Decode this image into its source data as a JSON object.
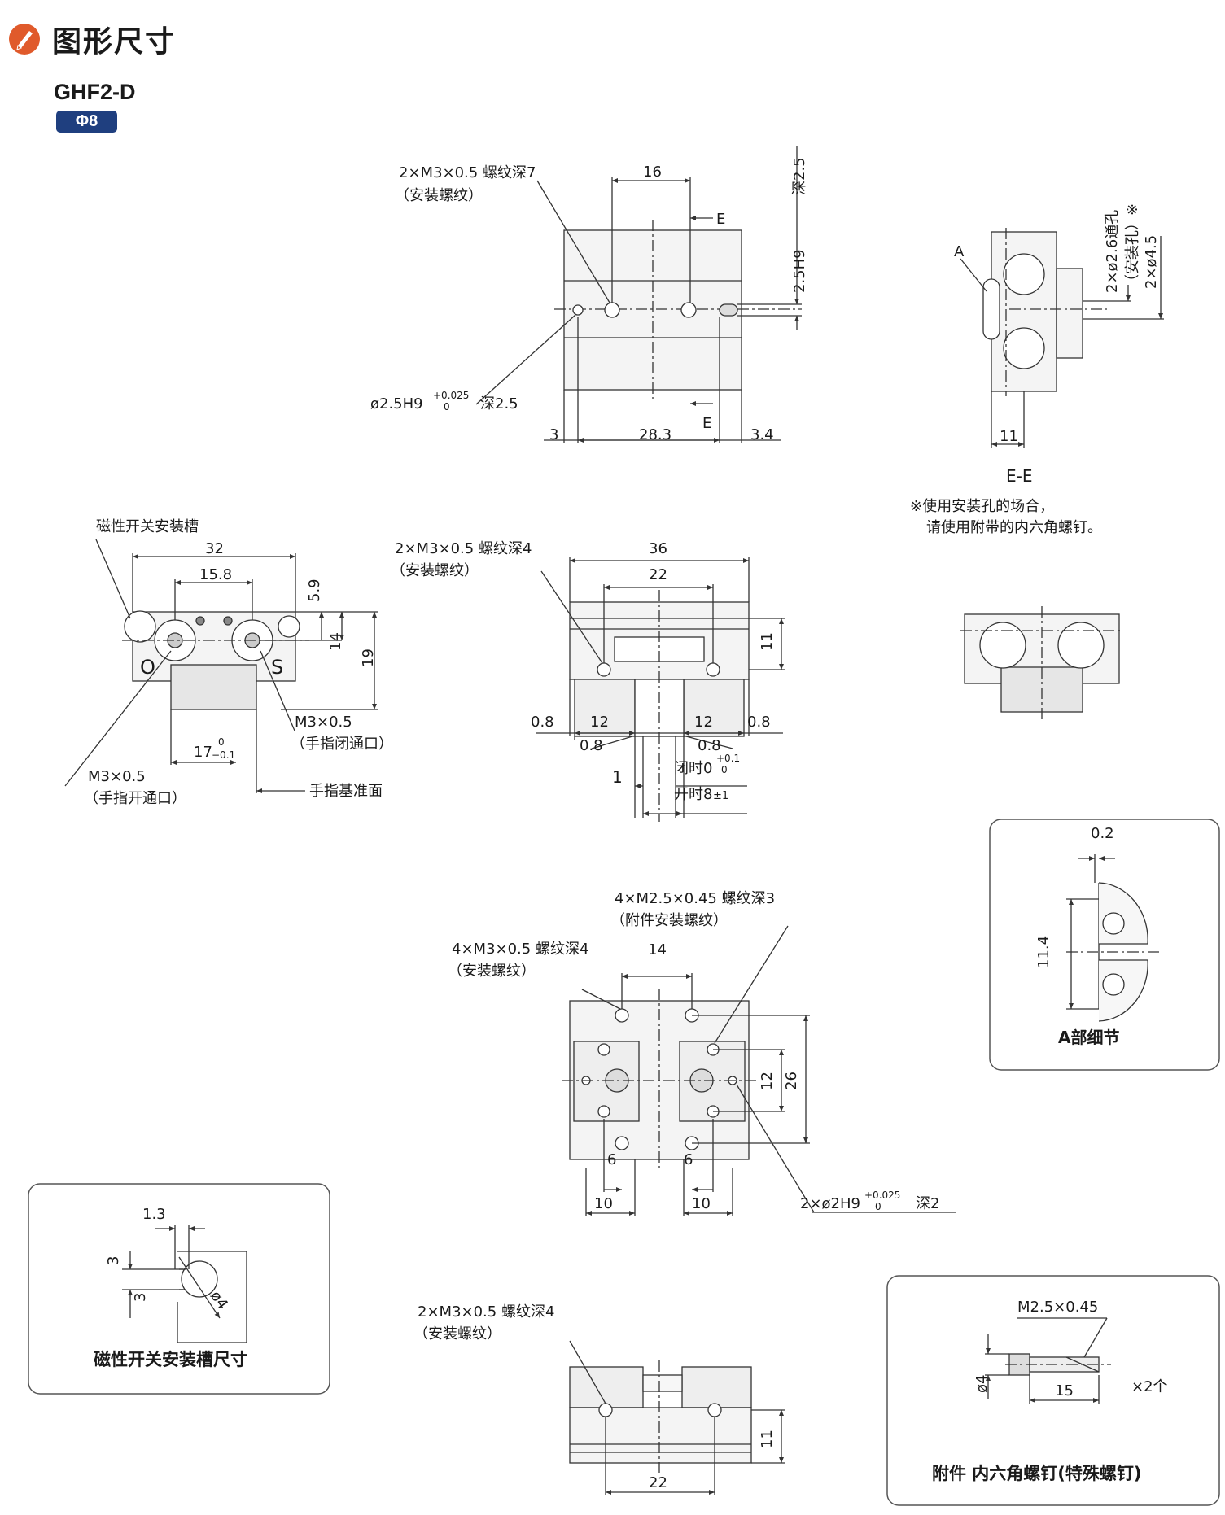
{
  "header": {
    "title": "图形尺寸",
    "icon": "pencil-ruler-icon",
    "accent": "#e05a2b"
  },
  "model": "GHF2-D",
  "size_badge": "Φ8",
  "colors": {
    "badge_bg": "#1f3f7f",
    "line": "#333333",
    "body": "#f2f2f2"
  },
  "top_view": {
    "thread_callout": "2×M3×0.5 螺纹深7",
    "thread_note": "（安装螺纹）",
    "pin_callout_a": "ø2.5H9",
    "pin_tol_upper": "+0.025",
    "pin_tol_lower": "0",
    "pin_callout_b": "深2.5",
    "depth_a": "2.5H9",
    "depth_b": "深2.5",
    "section_mark": "E",
    "dim_16": "16",
    "dim_3": "3",
    "dim_283": "28.3",
    "dim_34": "3.4"
  },
  "section_ee": {
    "label": "E-E",
    "callout_a": "A",
    "hole_callout": "2×ø2.6通孔",
    "hole_note": "（安装孔）※",
    "dim_45": "2×ø4.5",
    "dim_11": "11"
  },
  "note": {
    "line1": "※使用安装孔的场合，",
    "line2": "请使用附带的内六角螺钉。"
  },
  "side_view": {
    "slot_label": "磁性开关安装槽",
    "dim_32": "32",
    "dim_158": "15.8",
    "dim_59": "5.9",
    "dim_14": "14",
    "dim_19": "19",
    "mark_o": "O",
    "mark_s": "S",
    "port_close": "M3×0.5",
    "port_close_note": "（手指闭通口）",
    "dim_17": "17",
    "dim_17_tol_upper": "0",
    "dim_17_tol_lower": "−0.1",
    "port_open": "M3×0.5",
    "port_open_note": "（手指开通口）",
    "ref_face": "手指基准面"
  },
  "front_view": {
    "thread_callout": "2×M3×0.5 螺纹深4",
    "thread_note": "（安装螺纹）",
    "dim_36": "36",
    "dim_22": "22",
    "dim_11": "11",
    "dim_08": "0.8",
    "dim_12": "12",
    "dim_1": "1",
    "closed": "闭时0",
    "closed_tol_upper": "+0.1",
    "closed_tol_lower": "0",
    "open": "开时8",
    "open_tol": "±1"
  },
  "detail_a": {
    "title": "A部细节",
    "dim_02": "0.2",
    "dim_114": "11.4"
  },
  "bottom_view": {
    "acc_thread": "4×M2.5×0.45 螺纹深3",
    "acc_note": "（附件安装螺纹）",
    "thread_callout": "4×M3×0.5 螺纹深4",
    "thread_note": "（安装螺纹）",
    "dim_14": "14",
    "dim_12": "12",
    "dim_26": "26",
    "dim_6": "6",
    "dim_10": "10",
    "pin_a": "2×ø2H9",
    "pin_tol_upper": "+0.025",
    "pin_tol_lower": "0",
    "pin_b": "深2"
  },
  "slot_detail": {
    "title": "磁性开关安装槽尺寸",
    "dim_13": "1.3",
    "dim_3": "3",
    "dim_d4": "ø4"
  },
  "rear_view": {
    "thread_callout": "2×M3×0.5 螺纹深4",
    "thread_note": "（安装螺纹）",
    "dim_11": "11",
    "dim_22": "22"
  },
  "accessory": {
    "title": "附件 内六角螺钉(特殊螺钉)",
    "thread": "M2.5×0.45",
    "dim_d4": "ø4",
    "dim_15": "15",
    "qty": "×2个"
  }
}
